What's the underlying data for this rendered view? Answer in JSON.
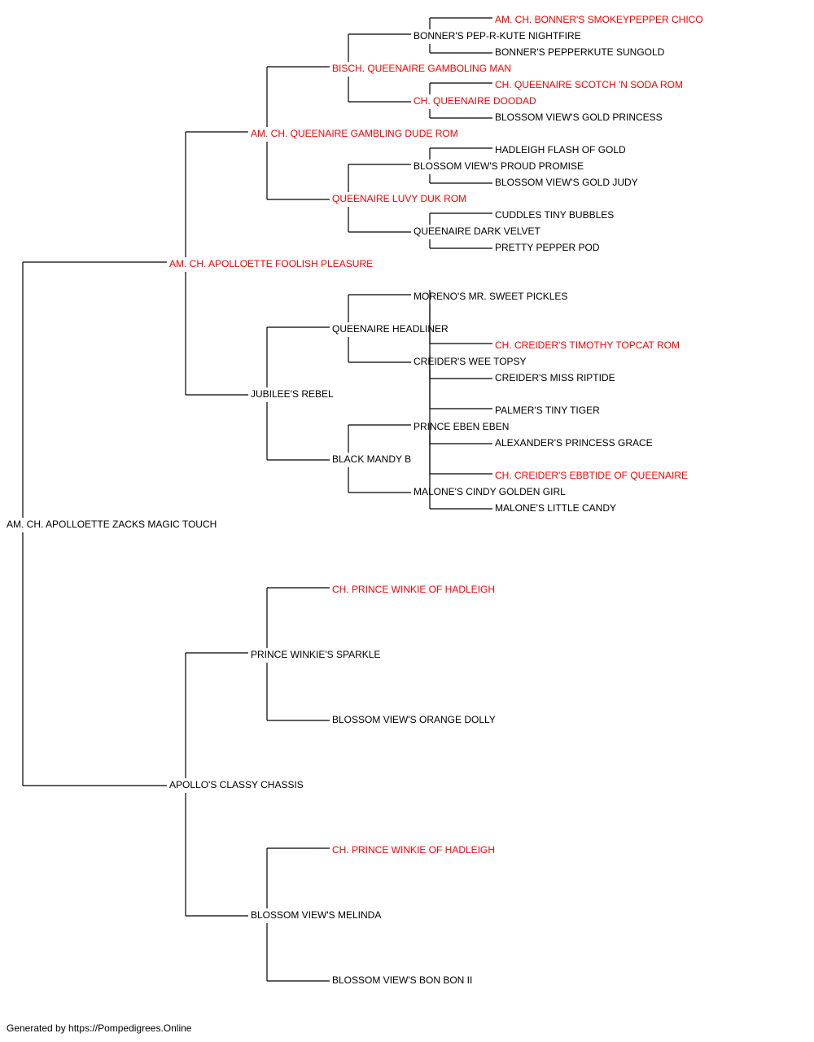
{
  "colors": {
    "champion": "#ff0000",
    "normal": "#000000",
    "line": "#000000"
  },
  "subject": {
    "name": "AM. CH. APOLLOETTE ZACKS MAGIC TOUCH",
    "champion": false
  },
  "gen1": [
    {
      "name": "AM. CH. APOLLOETTE FOOLISH PLEASURE",
      "champion": true
    },
    {
      "name": "APOLLO'S CLASSY CHASSIS",
      "champion": false
    }
  ],
  "gen2": [
    {
      "name": "AM. CH. QUEENAIRE GAMBLING DUDE ROM",
      "champion": true
    },
    {
      "name": "JUBILEE'S REBEL",
      "champion": false
    },
    {
      "name": "PRINCE WINKIE'S SPARKLE",
      "champion": false
    },
    {
      "name": "BLOSSOM VIEW'S MELINDA",
      "champion": false
    }
  ],
  "gen3": [
    {
      "name": "BISCH. QUEENAIRE GAMBOLING MAN",
      "champion": true
    },
    {
      "name": "QUEENAIRE LUVY DUK ROM",
      "champion": true
    },
    {
      "name": "QUEENAIRE HEADLINER",
      "champion": false
    },
    {
      "name": "BLACK MANDY B",
      "champion": false
    },
    {
      "name": "CH. PRINCE WINKIE OF HADLEIGH",
      "champion": true
    },
    {
      "name": "BLOSSOM VIEW'S ORANGE DOLLY",
      "champion": false
    },
    {
      "name": "CH. PRINCE WINKIE OF HADLEIGH",
      "champion": true
    },
    {
      "name": "BLOSSOM VIEW'S BON BON II",
      "champion": false
    }
  ],
  "gen4": [
    {
      "name": "BONNER'S PEP-R-KUTE NIGHTFIRE",
      "champion": false
    },
    {
      "name": "CH. QUEENAIRE DOODAD",
      "champion": true
    },
    {
      "name": "BLOSSOM VIEW'S PROUD PROMISE",
      "champion": false
    },
    {
      "name": "QUEENAIRE DARK VELVET",
      "champion": false
    },
    {
      "name": "MORENO'S MR. SWEET PICKLES",
      "champion": false
    },
    {
      "name": "CREIDER'S WEE TOPSY",
      "champion": false
    },
    {
      "name": "PRINCE EBEN EBEN",
      "champion": false
    },
    {
      "name": "MALONE'S CINDY GOLDEN GIRL",
      "champion": false
    }
  ],
  "gen5": [
    {
      "name": "AM. CH. BONNER'S SMOKEYPEPPER CHICO",
      "champion": true
    },
    {
      "name": "BONNER'S PEPPERKUTE SUNGOLD",
      "champion": false
    },
    {
      "name": "CH. QUEENAIRE SCOTCH 'N SODA ROM",
      "champion": true
    },
    {
      "name": "BLOSSOM VIEW'S GOLD PRINCESS",
      "champion": false
    },
    {
      "name": "HADLEIGH FLASH OF GOLD",
      "champion": false
    },
    {
      "name": "BLOSSOM VIEW'S GOLD JUDY",
      "champion": false
    },
    {
      "name": "CUDDLES TINY BUBBLES",
      "champion": false
    },
    {
      "name": "PRETTY PEPPER POD",
      "champion": false
    },
    {
      "name": "CH. CREIDER'S TIMOTHY TOPCAT ROM",
      "champion": true
    },
    {
      "name": "CREIDER'S MISS RIPTIDE",
      "champion": false
    },
    {
      "name": "PALMER'S TINY TIGER",
      "champion": false
    },
    {
      "name": "ALEXANDER'S PRINCESS GRACE",
      "champion": false
    },
    {
      "name": "CH. CREIDER'S EBBTIDE OF QUEENAIRE",
      "champion": true
    },
    {
      "name": "MALONE'S LITTLE CANDY",
      "champion": false
    }
  ],
  "footer": "Generated by https://Pompedigrees.Online"
}
